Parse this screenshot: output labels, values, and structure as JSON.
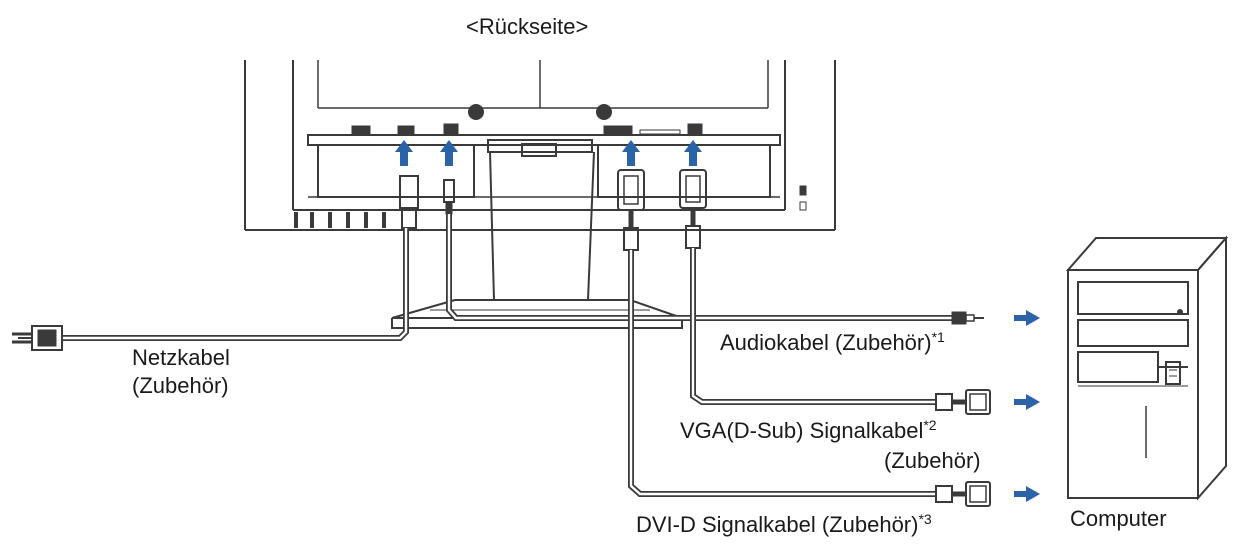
{
  "title": "<Rückseite>",
  "labels": {
    "power_line1": "Netzkabel",
    "power_line2": "(Zubehör)",
    "audio": "Audiokabel (Zubehör)",
    "audio_note": "*1",
    "vga_line1": "VGA(D-Sub) Signalkabel",
    "vga_note": "*2",
    "vga_line2": "(Zubehör)",
    "dvi": "DVI-D Signalkabel (Zubehör)",
    "dvi_note": "*3",
    "computer": "Computer"
  },
  "colors": {
    "line": "#3a3a3a",
    "arrow": "#2a63a8"
  }
}
